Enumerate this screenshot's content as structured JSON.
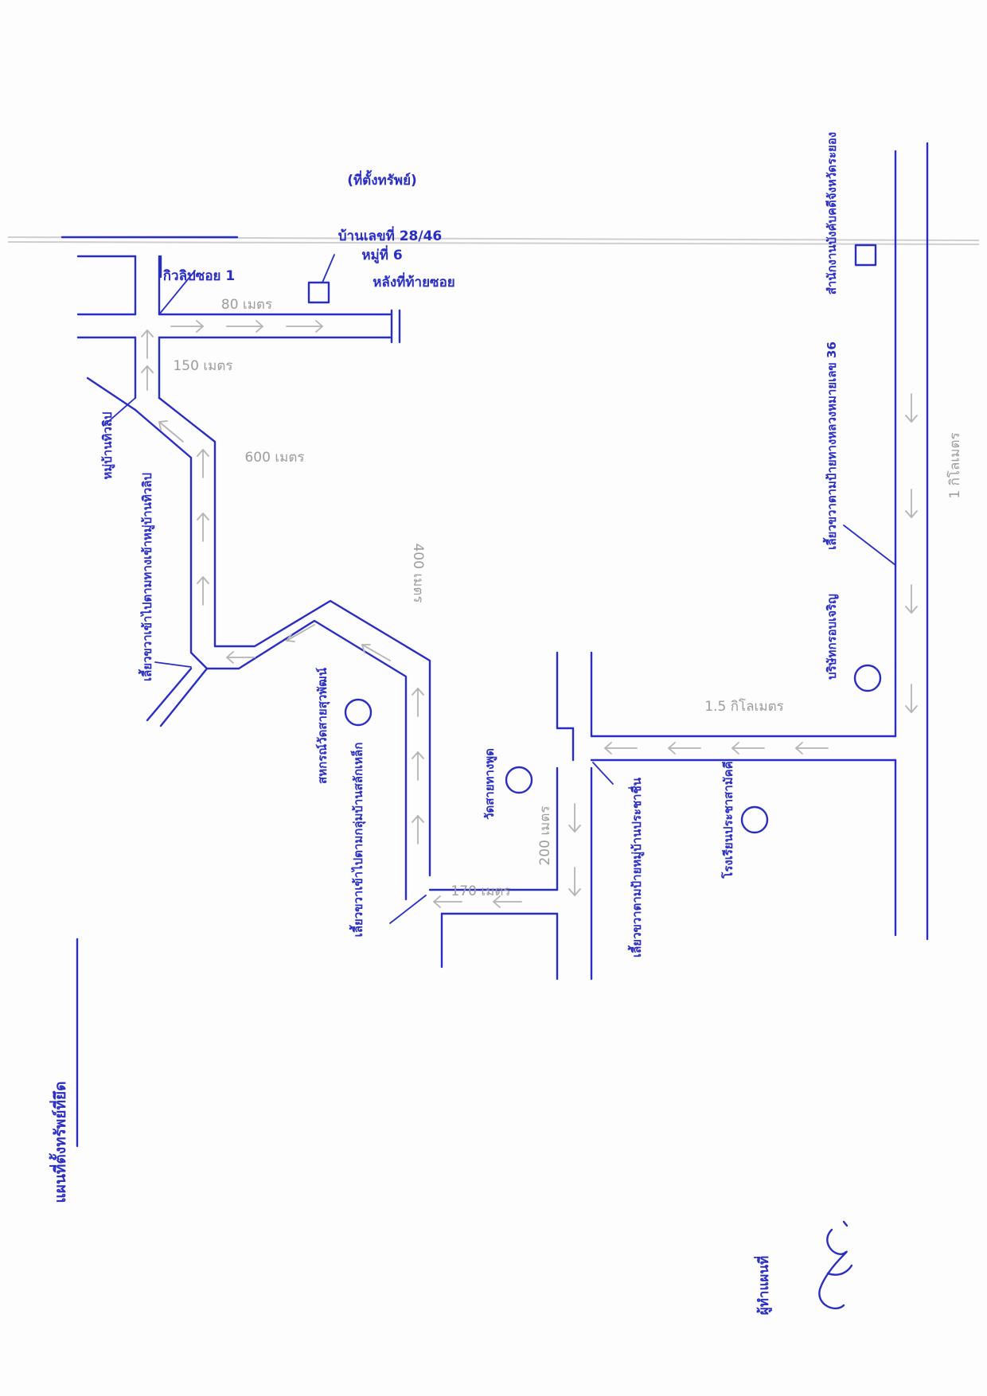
{
  "map": {
    "title": "แผนที่ตั้งทรัพย์ที่ยึด",
    "asset_marker": "(ที่ตั้งทรัพย์)",
    "asset_address": "บ้านเลขที่ 28/46",
    "asset_moo": "หมู่ที่ 6",
    "asset_location": "หลังที่ท้ายซอย",
    "soi_label": "กิวลิปซอย 1",
    "dist_80": "80 เมตร",
    "dist_150": "150 เมตร",
    "dist_600": "600 เมตร",
    "dist_400": "400 เมตร",
    "dist_200": "200 เมตร",
    "dist_170": "170 เมตร",
    "dist_1_5km": "1.5 กิโลเมตร",
    "dist_1km": "1 กิโลเมตร",
    "village_gate": "หมู่บ้านทิวลิป",
    "turn_right_village": "เลี้ยวขวาเข้าไปตามทางเข้าหมู่บ้านทิวลิป",
    "temple_school": "สหกรณ์วัดสายสุวพัฒน์",
    "turn_right_group": "เลี้ยวขวาเข้าไปตามกลุ่มบ้านสลักเหล็ก",
    "school": "วัดสายทางพูด",
    "turn_right_sign": "เลี้ยวขวาตามป้ายหมู่บ้านประชาชื่น",
    "pattaya_school": "โรงเรียนประชาสามัคคี",
    "police_station": "บริษัทกรอบเจริญ",
    "turn_right_road": "เลี้ยวขวาตามป้ายทางหลวงหมายเลข 36",
    "district_office": "สำนักงานบังคับคดีจังหวัดระยอง",
    "signer_label": "ผู้ทำแผนที่"
  },
  "icons": {
    "asset": "house-square-icon",
    "office": "office-square-icon",
    "landmark": "landmark-circle-icon"
  },
  "colors": {
    "ink": "#2a2ec0",
    "pencil": "#b4b4b4"
  }
}
